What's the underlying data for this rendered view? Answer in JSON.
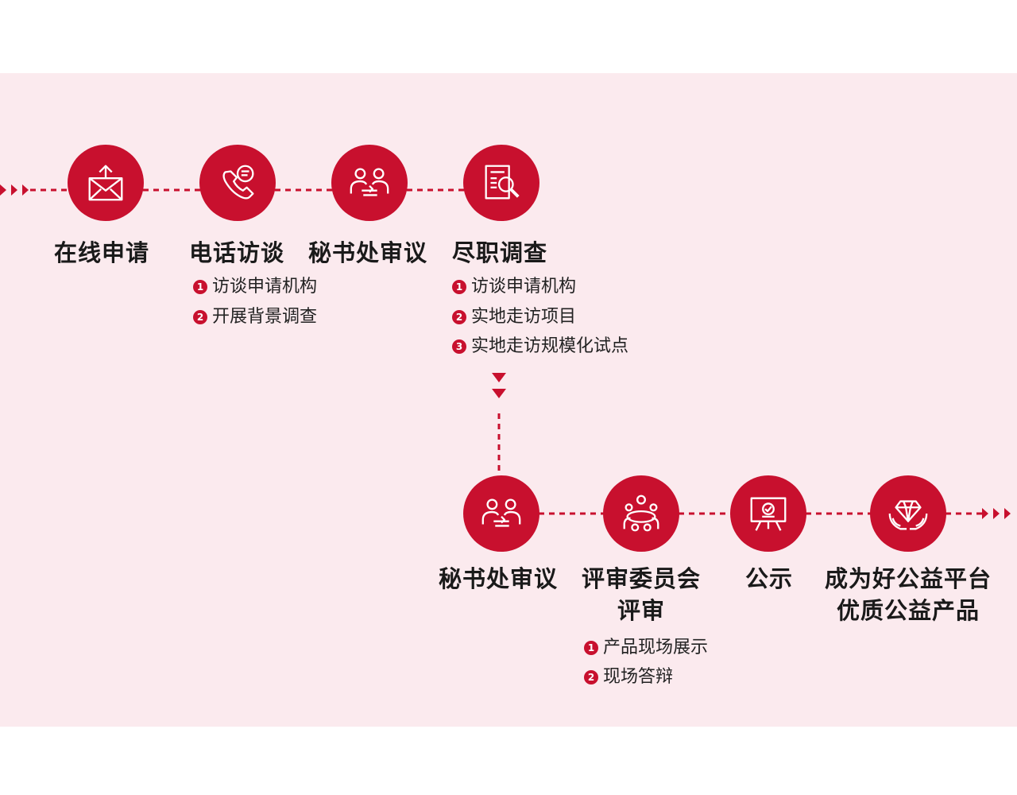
{
  "colors": {
    "accent": "#c8102e",
    "panel_bg": "#fbeaee",
    "text": "#1a1a1a"
  },
  "steps_top": [
    {
      "title": "在线申请",
      "icon": "envelope-upload-icon",
      "items": []
    },
    {
      "title": "电话访谈",
      "icon": "phone-chat-icon",
      "items": [
        "访谈申请机构",
        "开展背景调查"
      ]
    },
    {
      "title": "秘书处审议",
      "icon": "meeting-people-icon",
      "items": []
    },
    {
      "title": "尽职调查",
      "icon": "document-magnifier-icon",
      "items": [
        "访谈申请机构",
        "实地走访项目",
        "实地走访规模化试点"
      ]
    }
  ],
  "steps_bottom": [
    {
      "title": "秘书处审议",
      "icon": "meeting-people-icon",
      "items": []
    },
    {
      "title_lines": [
        "评审委员会",
        "评审"
      ],
      "icon": "conference-table-icon",
      "items": [
        "产品现场展示",
        "现场答辩"
      ]
    },
    {
      "title": "公示",
      "icon": "presentation-board-icon",
      "items": []
    },
    {
      "title_lines": [
        "成为好公益平台",
        "优质公益产品"
      ],
      "icon": "diamond-hands-icon",
      "items": []
    }
  ],
  "badges": [
    "1",
    "2",
    "3"
  ]
}
